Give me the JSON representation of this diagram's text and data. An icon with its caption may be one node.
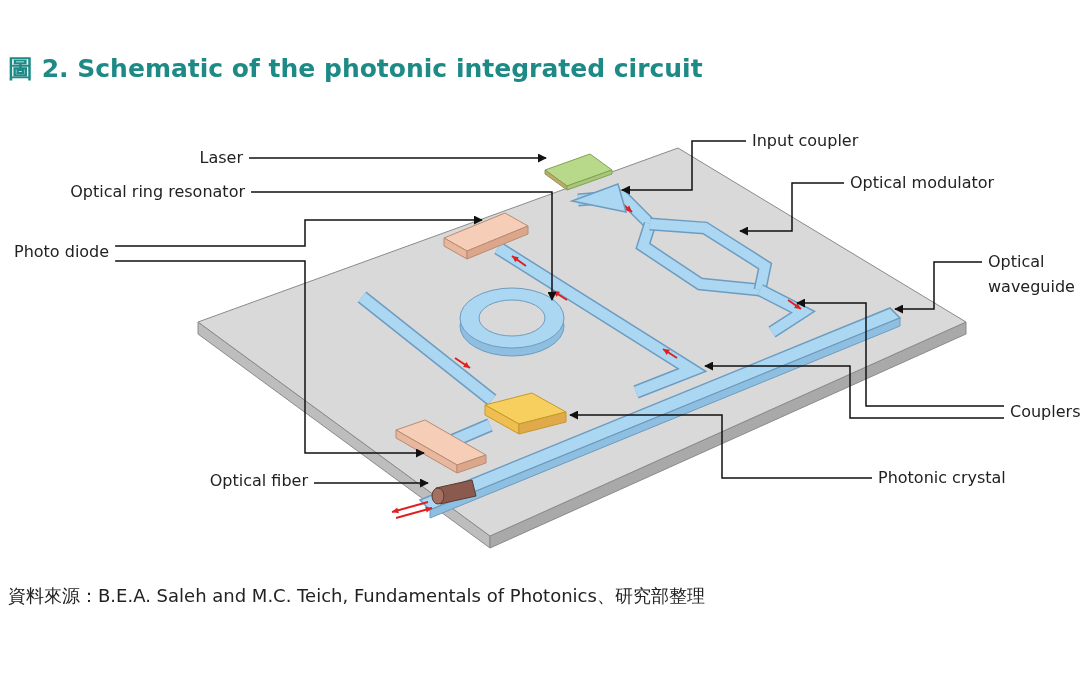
{
  "diagram": {
    "title": "圖 2. Schematic of the photonic integrated circuit",
    "caption": "資料來源：B.E.A. Saleh and M.C. Teich, Fundamentals of Photonics、研究部整理",
    "nodes": [
      {
        "text": [
          "Laser"
        ]
      },
      {
        "text": [
          "Optical ring resonator"
        ]
      },
      {
        "text": [
          "Photo diode"
        ]
      },
      {
        "text": [
          "Optical fiber"
        ]
      },
      {
        "text": [
          "Input coupler"
        ]
      },
      {
        "text": [
          "Optical modulator"
        ]
      },
      {
        "text": [
          "Optical waveguide"
        ]
      },
      {
        "text": [
          "Couplers"
        ]
      },
      {
        "text": [
          "Photonic crystal"
        ]
      },
      {
        "text": [],
        "shape": "box"
      },
      {
        "text": [],
        "shape": "triangle"
      },
      {
        "text": [],
        "shape": "box"
      },
      {
        "text": [],
        "shape": "circle"
      },
      {
        "text": [],
        "shape": "box"
      },
      {
        "text": [],
        "shape": "box"
      },
      {
        "text": [],
        "shape": "cylinder"
      }
    ],
    "edges": [
      {
        "from": 0,
        "to": 9,
        "arrow": "to"
      },
      {
        "from": 1,
        "to": 12,
        "arrow": "to"
      },
      {
        "from": 2,
        "to": 11,
        "arrow": "to"
      },
      {
        "from": 2,
        "to": 14,
        "arrow": "to"
      },
      {
        "from": 3,
        "to": 15,
        "arrow": "to"
      },
      {
        "from": 4,
        "to": 10,
        "arrow": "to"
      },
      {
        "from": 5,
        "to": null,
        "arrow": "to"
      },
      {
        "from": 6,
        "to": null,
        "arrow": "to"
      },
      {
        "from": 7,
        "to": null,
        "arrow": "to"
      },
      {
        "from": 7,
        "to": null,
        "arrow": "to"
      },
      {
        "from": 8,
        "to": 13,
        "arrow": "to"
      }
    ]
  }
}
